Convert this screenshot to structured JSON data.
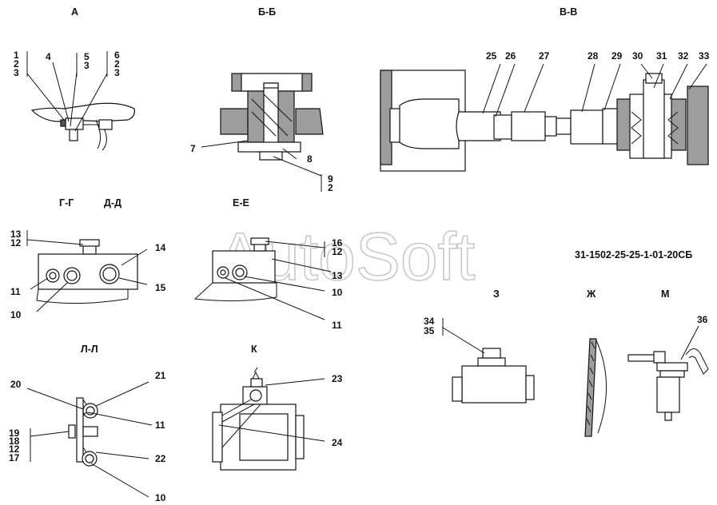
{
  "drawing_number": "31-1502-25-25-1-01-20СБ",
  "watermark": "AutoSoft",
  "sections": {
    "A": "А",
    "BB": "Б-Б",
    "VV": "В-В",
    "GG": "Г-Г",
    "DD": "Д-Д",
    "EE": "Е-Е",
    "Z": "З",
    "ZH": "Ж",
    "M": "М",
    "LL": "Л-Л",
    "K": "К"
  },
  "callouts": {
    "c1": "1",
    "c2": "2",
    "c3": "3",
    "c4": "4",
    "c5": "5",
    "c6": "6",
    "c7": "7",
    "c8": "8",
    "c9": "9",
    "c10": "10",
    "c11": "11",
    "c12": "12",
    "c13": "13",
    "c14": "14",
    "c15": "15",
    "c16": "16",
    "c17": "17",
    "c18": "18",
    "c19": "19",
    "c20": "20",
    "c21": "21",
    "c22": "22",
    "c23": "23",
    "c24": "24",
    "c25": "25",
    "c26": "26",
    "c27": "27",
    "c28": "28",
    "c29": "29",
    "c30": "30",
    "c31": "31",
    "c32": "32",
    "c33": "33",
    "c34": "34",
    "c35": "35",
    "c36": "36"
  }
}
